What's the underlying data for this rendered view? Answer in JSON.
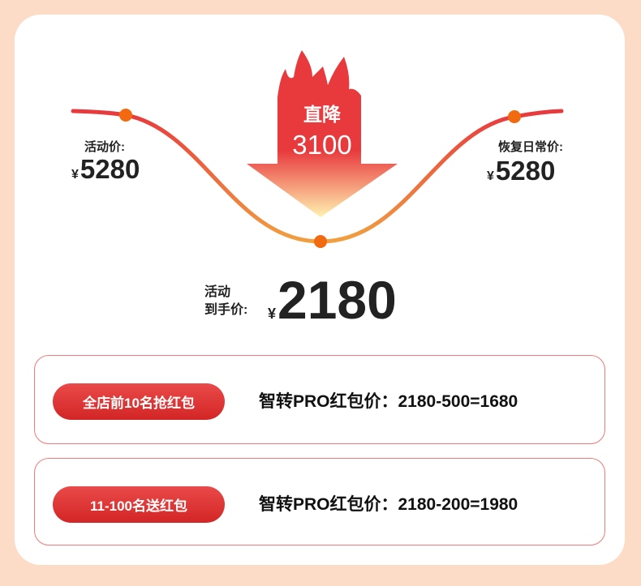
{
  "arrow": {
    "label": "直降",
    "amount": "3100"
  },
  "left": {
    "label": "活动价:",
    "currency": "¥",
    "price": "5280"
  },
  "right": {
    "label": "恢复日常价:",
    "currency": "¥",
    "price": "5280"
  },
  "final": {
    "label_line1": "活动",
    "label_line2": "到手价:",
    "currency": "¥",
    "price": "2180"
  },
  "offers": [
    {
      "badge": "全店前10名抢红包",
      "formula": "智转PRO红包价：2180-500=1680"
    },
    {
      "badge": "11-100名送红包",
      "formula": "智转PRO红包价：2180-200=1980"
    }
  ],
  "colors": {
    "accent": "#e8393d",
    "background": "#fcdcc6"
  }
}
